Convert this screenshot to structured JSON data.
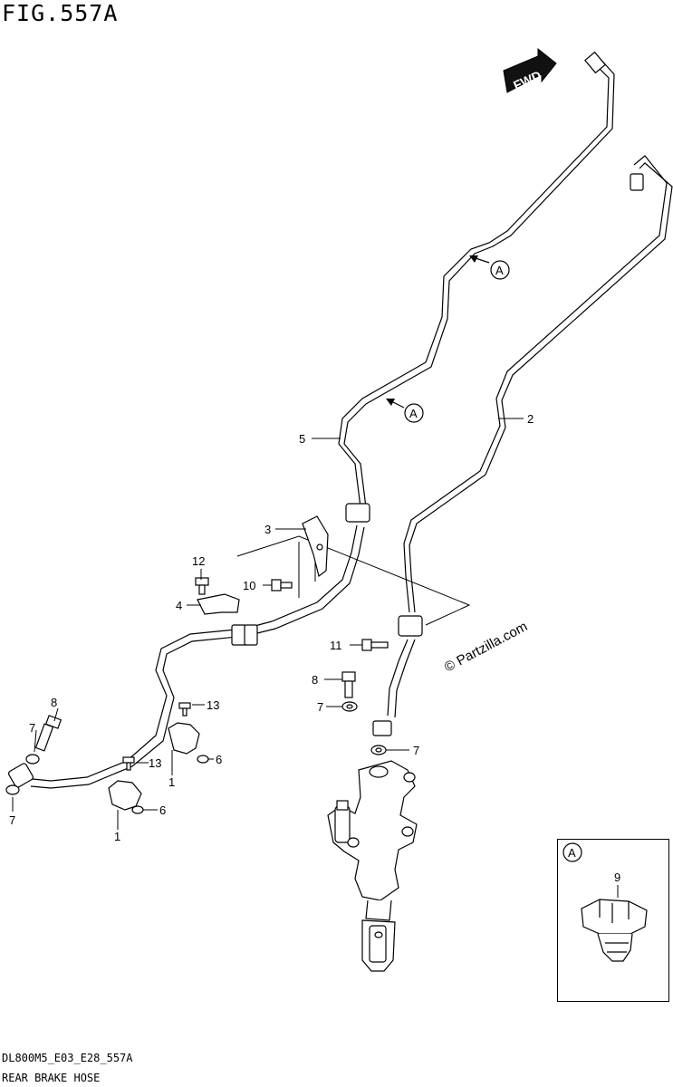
{
  "figure": {
    "title": "FIG.557A",
    "fwd_label": "FWD",
    "ref_marker": "A",
    "watermark": "© Partzilla.com",
    "footer_code": "DL800M5_E03_E28_557A",
    "footer_description": "REAR BRAKE HOSE"
  },
  "callouts": {
    "c1a": "1",
    "c1b": "1",
    "c2": "2",
    "c3": "3",
    "c4": "4",
    "c5": "5",
    "c6a": "6",
    "c6b": "6",
    "c7a": "7",
    "c7b": "7",
    "c7c": "7",
    "c7d": "7",
    "c8a": "8",
    "c8b": "8",
    "c9": "9",
    "c10": "10",
    "c11": "11",
    "c12": "12",
    "c13a": "13",
    "c13b": "13"
  },
  "colors": {
    "line": "#000000",
    "background": "#ffffff"
  }
}
